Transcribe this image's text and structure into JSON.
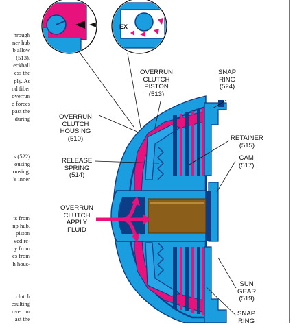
{
  "body_text": {
    "block1": [
      "hrough",
      "ner hub",
      "b allow",
      "(513).",
      "eckball",
      "ess the",
      "ply. As",
      "nd fiber",
      "overrun",
      "e forces",
      "past the",
      "during"
    ],
    "block2": [
      "s (522)",
      "ousing",
      "ousing,",
      "'s inner"
    ],
    "block3": [
      "ts from",
      "np hub,",
      "piston",
      "ved re-",
      "y from",
      "es from",
      "h hous-"
    ],
    "block4": [
      "clutch",
      "esulting",
      "overrun",
      "ast the"
    ]
  },
  "labels": {
    "overrun_clutch_piston": [
      "OVERRUN",
      "CLUTCH",
      "PISTON",
      "(513)"
    ],
    "snap_ring_524": [
      "SNAP",
      "RING",
      "(524)"
    ],
    "overrun_clutch_housing": [
      "OVERRUN",
      "CLUTCH",
      "HOUSING",
      "(510)"
    ],
    "retainer": [
      "RETAINER",
      "(515)"
    ],
    "cam": [
      "CAM",
      "(517)"
    ],
    "release_spring": [
      "RELEASE",
      "SPRING",
      "(514)"
    ],
    "overrun_clutch_apply_fluid": [
      "OVERRUN",
      "CLUTCH",
      "APPLY",
      "FLUID"
    ],
    "sun_gear": [
      "SUN",
      "GEAR",
      "(519)"
    ],
    "snap_ring_bottom": [
      "SNAP",
      "RING"
    ],
    "exhaust_tag": "EX"
  },
  "colors": {
    "housing_blue": "#1a9ee0",
    "housing_dark": "#0b3e86",
    "fluid_magenta": "#e8127c",
    "piston_blue": "#2aa5e8",
    "bronze": "#8b5e1a"
  },
  "icons": [
    "checkball-applied-icon",
    "checkball-exhaust-icon",
    "fluid-flow-arrow-icon"
  ]
}
